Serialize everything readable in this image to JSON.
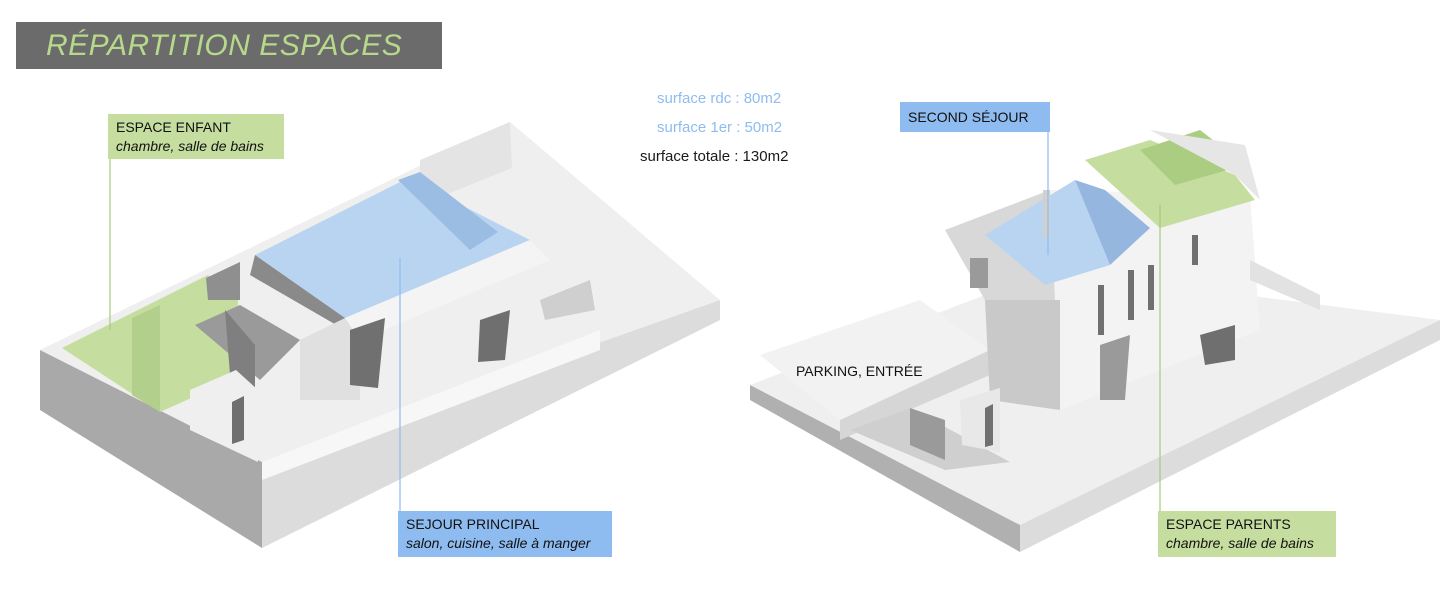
{
  "title": "RÉPARTITION ESPACES",
  "surfaces": {
    "rdc": "surface rdc : 80m2",
    "first": "surface 1er : 50m2",
    "total": "surface totale : 130m2"
  },
  "labels": {
    "espace_enfant": {
      "title": "ESPACE ENFANT",
      "subtitle": "chambre, salle de bains"
    },
    "sejour_principal": {
      "title": "SEJOUR PRINCIPAL",
      "subtitle": "salon, cuisine, salle à manger"
    },
    "second_sejour": {
      "title": "SECOND SÉJOUR"
    },
    "parking": {
      "title": "PARKING, ENTRÉE"
    },
    "espace_parents": {
      "title": "ESPACE PARENTS",
      "subtitle": "chambre, salle de bains"
    }
  },
  "colors": {
    "green_zone": "#c5dea0",
    "blue_zone": "#8ebcf0",
    "title_bar": "#6b6b6b",
    "title_text": "#b7d98b"
  }
}
